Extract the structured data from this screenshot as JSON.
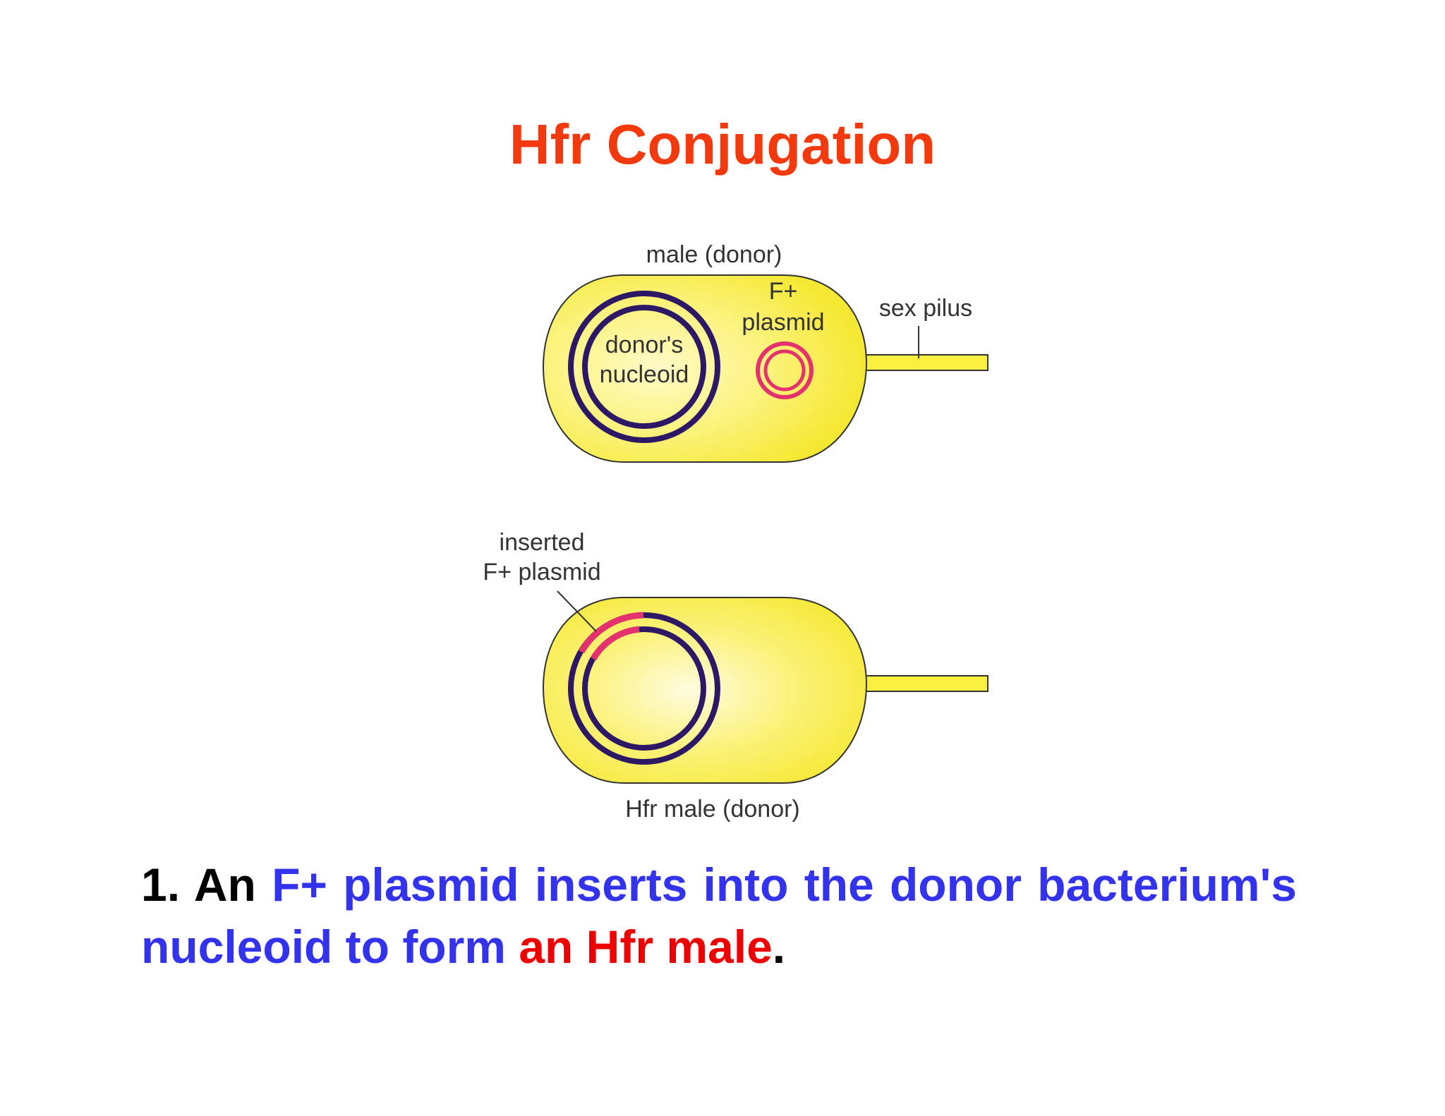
{
  "slide": {
    "title": "Hfr Conjugation",
    "colors": {
      "title": "#F23A0E",
      "caption_default": "#000000",
      "caption_blue": "#3333EE",
      "caption_red": "#EE0000",
      "cell_fill": "#FAF040",
      "cell_highlight": "#FFFBC8",
      "nucleoid": "#2C1865",
      "plasmid": "#E4326E"
    }
  },
  "diagram": {
    "top_label": "male (donor)",
    "plasmid_label_line1": "F+",
    "plasmid_label_line2": "plasmid",
    "pilus_label": "sex pilus",
    "nucleoid_label_line1": "donor's",
    "nucleoid_label_line2": "nucleoid",
    "inserted_label_line1": "inserted",
    "inserted_label_line2": "F+ plasmid",
    "bottom_label": "Hfr male (donor)"
  },
  "caption": {
    "number": "1. An ",
    "blue_part1": "F+ plasmid inserts into the donor bacterium's nucleoid to form ",
    "red_part": "an Hfr male",
    "end": "."
  }
}
